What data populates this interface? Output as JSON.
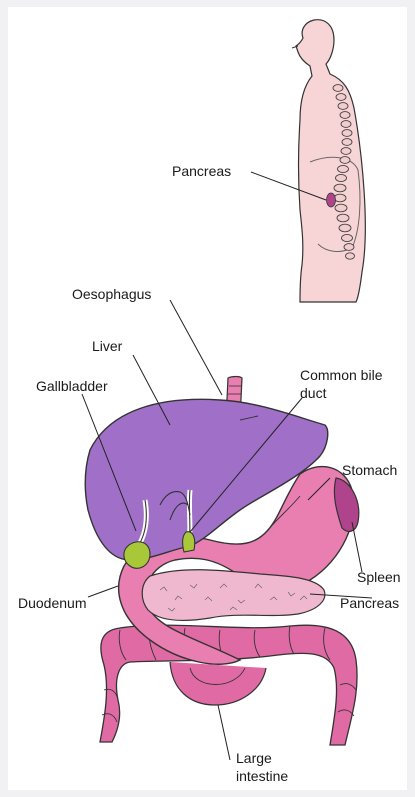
{
  "labels": {
    "pancreas_top": "Pancreas",
    "oesophagus": "Oesophagus",
    "liver": "Liver",
    "gallbladder": "Gallbladder",
    "common_bile_duct_1": "Common bile",
    "common_bile_duct_2": "duct",
    "stomach": "Stomach",
    "spleen": "Spleen",
    "duodenum": "Duodenum",
    "pancreas_bottom": "Pancreas",
    "large_intestine_1": "Large",
    "large_intestine_2": "intestine"
  },
  "colors": {
    "skin": "#f7d5d6",
    "liver": "#a070c8",
    "stomach": "#e87fb0",
    "spleen": "#b0448c",
    "gallbladder": "#a8c83a",
    "pancreas": "#f0b8cf",
    "intestine": "#e06aa4"
  }
}
